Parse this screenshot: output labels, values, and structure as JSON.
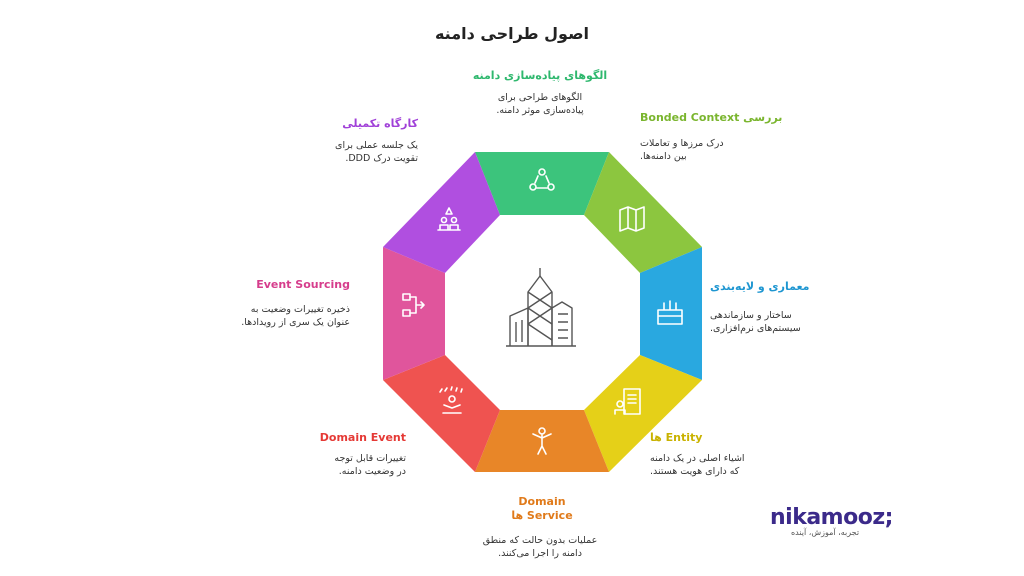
{
  "title": "اصول طراحی دامنه",
  "segments": [
    {
      "label": "الگوهای پیاده‌سازی دامنه",
      "desc": "الگوهای طراحی برای\nپیاده‌سازی موثر دامنه.",
      "color": "#3cc47c",
      "label_color": "#2fb86e",
      "icon": "people-triangle-icon"
    },
    {
      "label": "بررسی  Bonded Context",
      "desc": "درک مرزها و تعاملات\nبین دامنه‌ها.",
      "color": "#8cc63f",
      "label_color": "#7ab52e",
      "icon": "map-box-icon"
    },
    {
      "label": "معماری و لایه‌بندی",
      "desc": "ساختار و سازماندهی\nسیستم‌های نرم‌افزاری.",
      "color": "#29a8e0",
      "label_color": "#1e96d1",
      "icon": "layered-cake-icon"
    },
    {
      "label": "Entity ها",
      "desc": "اشیاء اصلی در یک دامنه\nکه دارای هویت هستند.",
      "color": "#e5d018",
      "label_color": "#c9b200",
      "icon": "document-person-icon"
    },
    {
      "label": "Domain Service ها",
      "label_line1": "Domain",
      "label_line2": "Service ها",
      "desc": "عملیات بدون حالت که منطق\nدامنه را اجرا می‌کنند.",
      "color": "#e88628",
      "label_color": "#e07a1a",
      "icon": "worker-tools-icon"
    },
    {
      "label": "Domain Event",
      "desc": "تغییرات قابل توجه\nدر وضعیت دامنه.",
      "color": "#ef5350",
      "label_color": "#e53935",
      "icon": "meditation-icon"
    },
    {
      "label": "Event Sourcing",
      "desc": "ذخیره تغییرات وضعیت به\nعنوان یک سری از رویدادها.",
      "color": "#e0559c",
      "label_color": "#d63d8c",
      "icon": "flowchart-icon"
    },
    {
      "label": "کارگاه تکمیلی",
      "desc": "یک جلسه عملی برای\nتقویت درک DDD.",
      "color": "#b04fe0",
      "label_color": "#a040d8",
      "icon": "workshop-icon"
    }
  ],
  "center_icon": "buildings-icon",
  "logo": {
    "brand": "nikamooz;",
    "tagline": "تجربه، آموزش، آینده"
  }
}
